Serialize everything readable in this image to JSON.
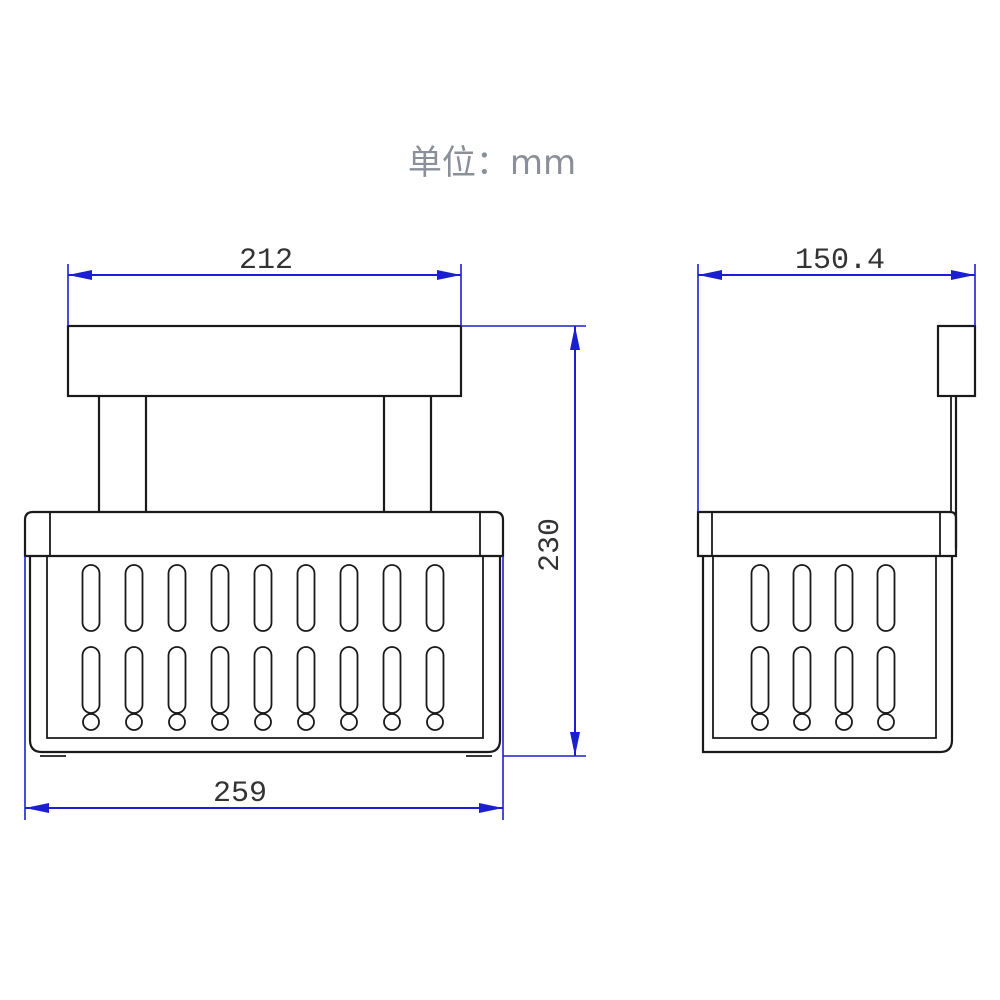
{
  "unit_label": "单位：mm",
  "front_view": {
    "dim_top_width": "212",
    "dim_height": "230",
    "dim_bottom_width": "259",
    "slot_columns": 9
  },
  "side_view": {
    "dim_depth": "150.4",
    "slot_columns": 4
  },
  "colors": {
    "dimension": "#1b1fd0",
    "outline": "#1a1a1a",
    "text": "#333333",
    "unit_text": "#8a8f99"
  }
}
